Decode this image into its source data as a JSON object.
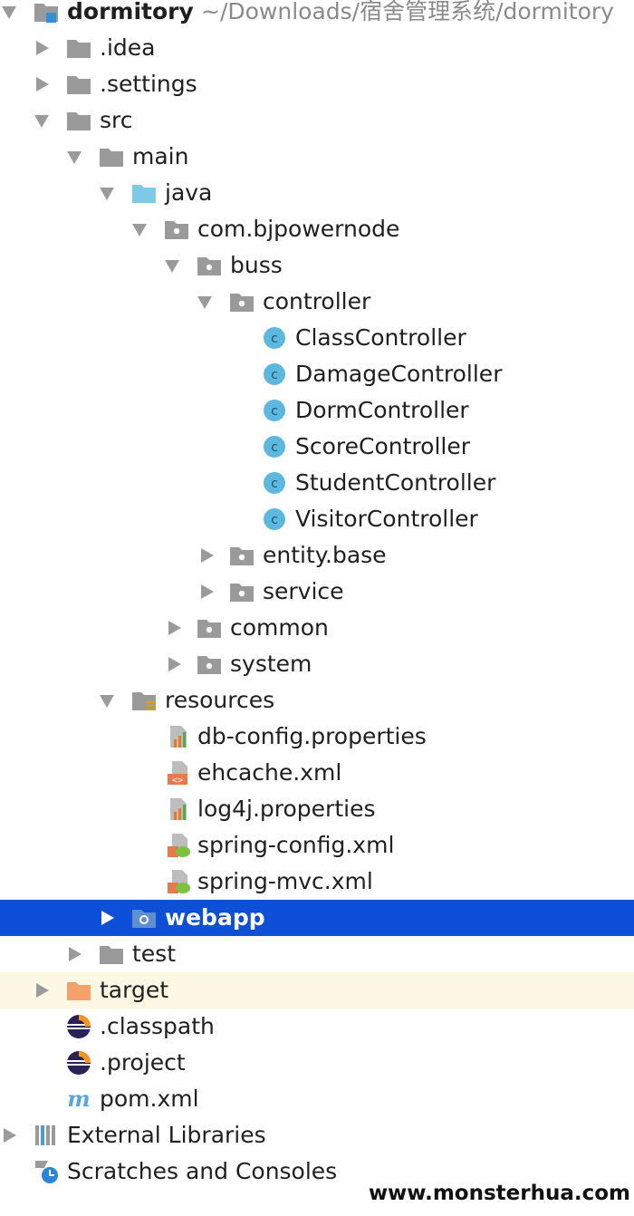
{
  "project": {
    "name": "dormitory",
    "path": "~/Downloads/宿舍管理系统/dormitory"
  },
  "tree": {
    "idea": ".idea",
    "settings": ".settings",
    "src": "src",
    "main": "main",
    "java": "java",
    "package": "com.bjpowernode",
    "buss": "buss",
    "controller": "controller",
    "controllers": [
      "ClassController",
      "DamageController",
      "DormController",
      "ScoreController",
      "StudentController",
      "VisitorController"
    ],
    "entity_base": "entity.base",
    "service": "service",
    "common": "common",
    "system": "system",
    "resources": "resources",
    "resource_files": [
      "db-config.properties",
      "ehcache.xml",
      "log4j.properties",
      "spring-config.xml",
      "spring-mvc.xml"
    ],
    "webapp": "webapp",
    "test": "test",
    "target": "target",
    "classpath": ".classpath",
    "project_file": ".project",
    "pom": "pom.xml",
    "external_libraries": "External Libraries",
    "scratches": "Scratches and Consoles"
  },
  "watermark": "www.monsterhua.com",
  "icons": {
    "folder": "folder-icon",
    "source-folder": "source-folder-icon",
    "package": "package-icon",
    "class": "class-icon",
    "properties": "properties-file-icon",
    "xml": "xml-file-icon",
    "spring": "spring-xml-icon",
    "eclipse": "eclipse-file-icon",
    "maven": "maven-icon",
    "libraries": "libraries-icon",
    "scratches": "scratches-icon"
  },
  "colors": {
    "selection": "#0d4fd6",
    "highlight": "#fdf8e4",
    "folder": "#9a9a9a",
    "source_folder": "#7fc8e6",
    "target_folder": "#f4a26a",
    "class_icon": "#5cb8de"
  }
}
